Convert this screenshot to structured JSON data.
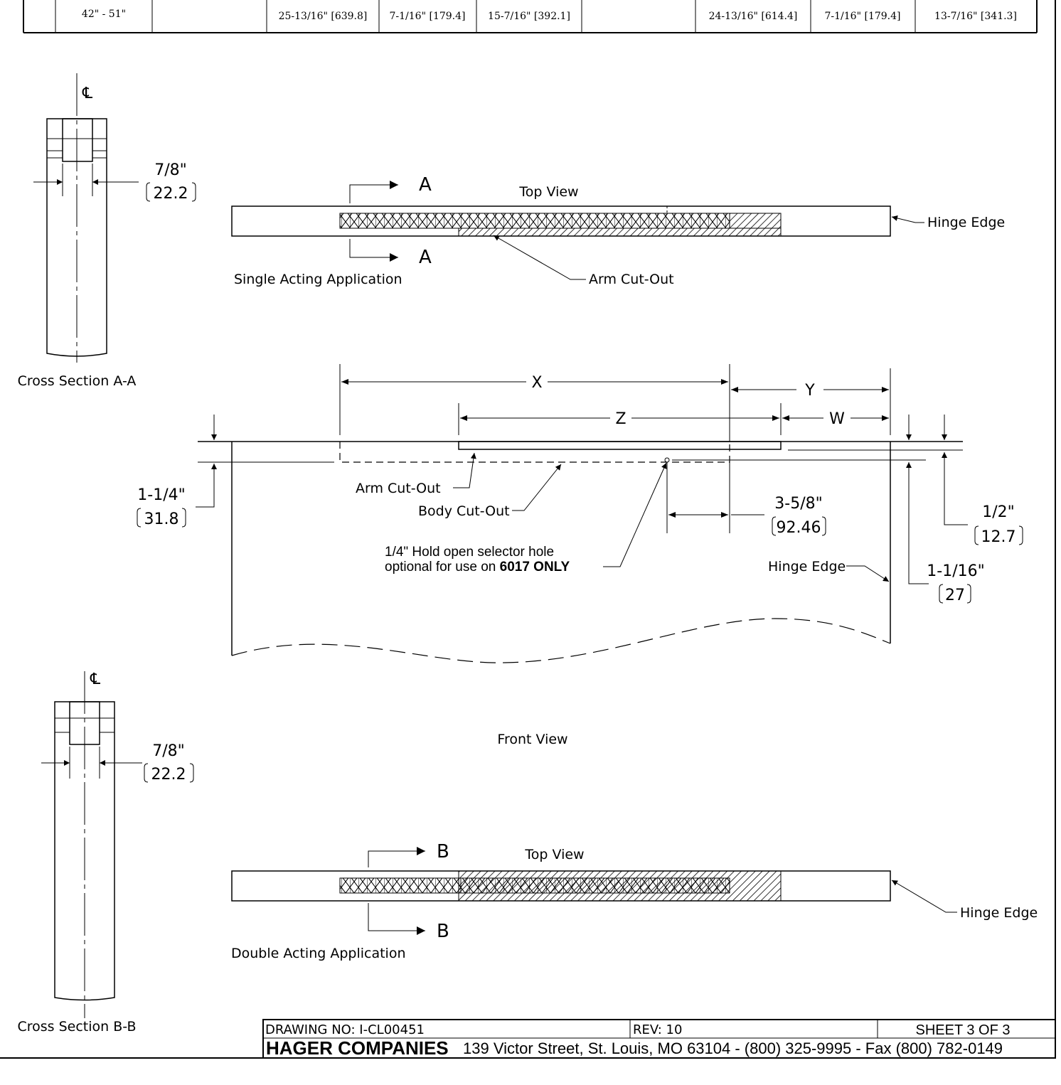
{
  "table": {
    "row": [
      "",
      "42\" - 51\"",
      "",
      "25-13/16\" [639.8]",
      "7-1/16\" [179.4]",
      "15-7/16\" [392.1]",
      "",
      "24-13/16\" [614.4]",
      "7-1/16\" [179.4]",
      "13-7/16\" [341.3]"
    ]
  },
  "cross_section_a": {
    "centerline": "℄",
    "dim_in": "7/8\"",
    "dim_mm": "22.2",
    "caption": "Cross Section A-A"
  },
  "cross_section_b": {
    "centerline": "℄",
    "dim_in": "7/8\"",
    "dim_mm": "22.2",
    "caption": "Cross Section B-B"
  },
  "top_view_single": {
    "title": "Top View",
    "section_letter_top": "A",
    "section_letter_bottom": "A",
    "hinge_edge": "Hinge Edge",
    "arm_cutout": "Arm Cut-Out",
    "caption": "Single Acting Application"
  },
  "front_view": {
    "dim_x": "X",
    "dim_y": "Y",
    "dim_z": "Z",
    "dim_w": "W",
    "left_dim_in": "1-1/4\"",
    "left_dim_mm": "31.8",
    "arm_cutout": "Arm Cut-Out",
    "body_cutout": "Body Cut-Out",
    "hole_dim_in": "3-5/8\"",
    "hole_dim_mm": "92.46",
    "hole_note_line1": "1/4\" Hold open selector hole",
    "hole_note_line2": "optional for use on ",
    "hole_note_bold": "6017 ONLY",
    "hinge_edge": "Hinge Edge",
    "right_dim1_in": "1/2\"",
    "right_dim1_mm": "12.7",
    "right_dim2_in": "1-1/16\"",
    "right_dim2_mm": "27",
    "caption": "Front View"
  },
  "top_view_double": {
    "title": "Top View",
    "section_letter_top": "B",
    "section_letter_bottom": "B",
    "hinge_edge": "Hinge Edge",
    "caption": "Double Acting Application"
  },
  "title_block": {
    "drawing_no": "DRAWING NO:  I-CL00451",
    "rev": "REV: 10",
    "sheet": "SHEET 3 OF 3",
    "company": "HAGER COMPANIES",
    "address": "139 Victor Street, St. Louis, MO 63104 - (800) 325-9995 - Fax (800) 782-0149"
  }
}
